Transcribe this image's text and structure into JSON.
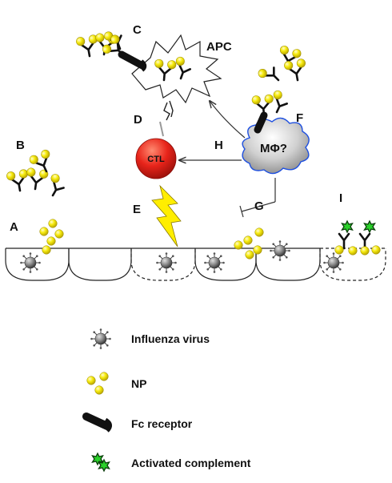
{
  "panel_labels": {
    "a": "A",
    "b": "B",
    "c": "C",
    "d": "D",
    "e": "E",
    "f": "F",
    "g": "G",
    "h": "H",
    "i": "I"
  },
  "cells": {
    "apc": "APC",
    "ctl": "CTL",
    "macrophage": "MΦ?"
  },
  "legend": {
    "virus": "Influenza virus",
    "np": "NP",
    "fc_receptor": "Fc receptor",
    "complement": "Activated complement"
  },
  "colors": {
    "np_yellow": "#f2e600",
    "ctl_red": "#e3231b",
    "virus_gray": "#808080",
    "complement_green": "#22cc22",
    "macrophage_outline": "#2255dd",
    "lightning_yellow": "#ffee00"
  },
  "icons": [
    "influenza-virus-icon",
    "np-particle-icon",
    "fc-receptor-icon",
    "activated-complement-icon",
    "antibody-icon"
  ]
}
